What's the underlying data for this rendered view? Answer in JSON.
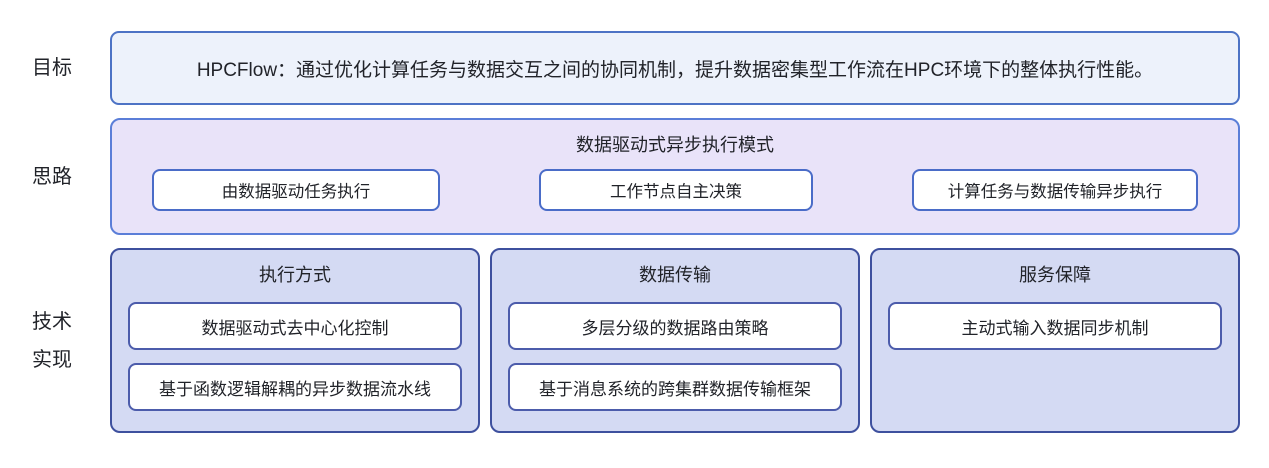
{
  "labels": {
    "goal": "目标",
    "approach": "思路",
    "tech_line1": "技术",
    "tech_line2": "实现"
  },
  "goal": {
    "text": "HPCFlow：通过优化计算任务与数据交互之间的协同机制，提升数据密集型工作流在HPC环境下的整体执行性能。"
  },
  "approach": {
    "title": "数据驱动式异步执行模式",
    "items": [
      "由数据驱动任务执行",
      "工作节点自主决策",
      "计算任务与数据传输异步执行"
    ]
  },
  "tech": {
    "columns": [
      {
        "title": "执行方式",
        "items": [
          "数据驱动式去中心化控制",
          "基于函数逻辑解耦的异步数据流水线"
        ]
      },
      {
        "title": "数据传输",
        "items": [
          "多层分级的数据路由策略",
          "基于消息系统的跨集群数据传输框架"
        ]
      },
      {
        "title": "服务保障",
        "items": [
          "主动式输入数据同步机制"
        ]
      }
    ]
  },
  "colors": {
    "goal_fill": "#edf2fb",
    "goal_border": "#4d73c5",
    "approach_fill": "#e9e3f9",
    "approach_border": "#5b7ed8",
    "approach_item_border": "#4a6cc8",
    "tech_fill": "#d4daf3",
    "tech_border": "#3e509e",
    "tech_item_border": "#4c5cab",
    "item_fill": "#ffffff",
    "text": "#212329",
    "background": "#ffffff"
  }
}
